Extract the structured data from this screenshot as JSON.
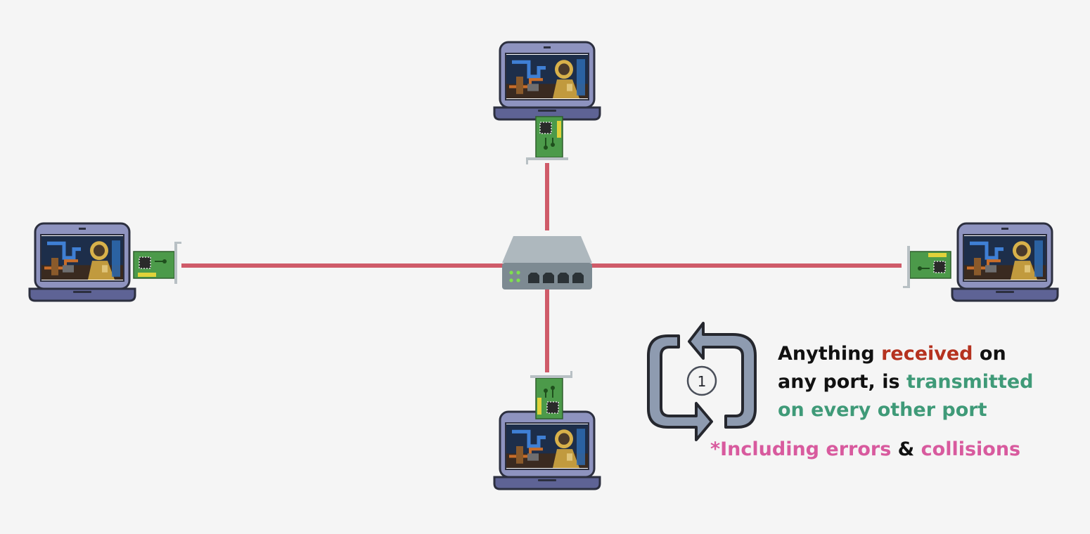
{
  "diagram": {
    "devices": [
      {
        "name": "laptop-top"
      },
      {
        "name": "laptop-left"
      },
      {
        "name": "laptop-right"
      },
      {
        "name": "laptop-bottom"
      }
    ],
    "hub": {
      "port_count": 4,
      "status_led_count": 4
    },
    "cycle_badge": "1"
  },
  "caption": {
    "line1_a": "Anything ",
    "line1_received": "received",
    "line1_b": " on",
    "line2_a": "any port, is ",
    "line2_transmitted": "transmitted",
    "line3_transmitted": "on every other port",
    "note_including_errors": "*Including errors",
    "note_amp": " & ",
    "note_collisions": "collisions"
  },
  "colors": {
    "background": "#f5f5f5",
    "cable": "#cf5b69",
    "received": "#b5321f",
    "transmitted": "#3f9a78",
    "note": "#d85a9e",
    "laptop_body": "#7f84b3",
    "laptop_outline": "#2c2f3f",
    "nic_board": "#4c9a4a",
    "hub_body": "#a9b4ba",
    "cycle_arrow": "#8e9bb0"
  }
}
